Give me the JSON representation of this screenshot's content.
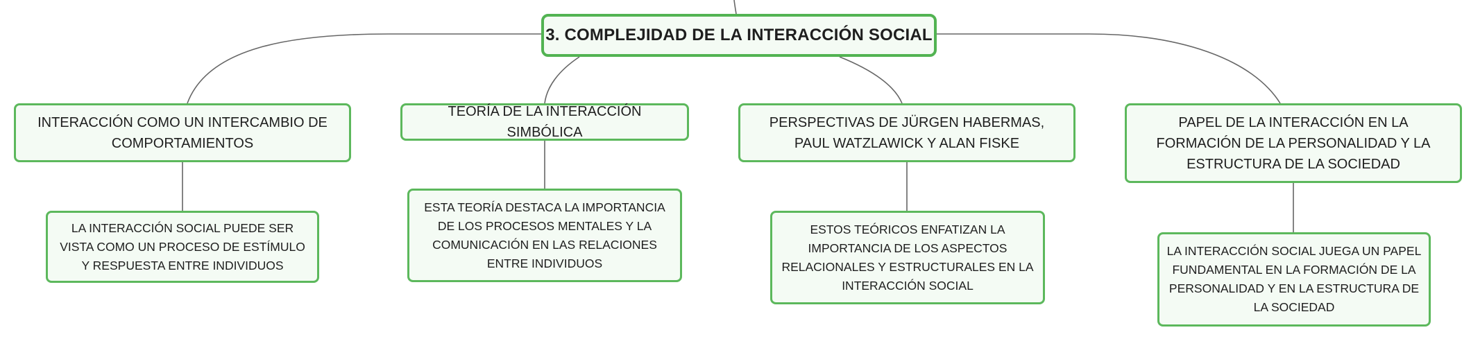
{
  "diagram": {
    "root": {
      "label": "3. COMPLEJIDAD DE LA INTERACCIÓN SOCIAL"
    },
    "topics": [
      {
        "label": "INTERACCIÓN COMO UN INTERCAMBIO DE COMPORTAMIENTOS",
        "detail": "LA INTERACCIÓN SOCIAL PUEDE SER VISTA COMO UN PROCESO DE ESTÍMULO Y RESPUESTA ENTRE INDIVIDUOS"
      },
      {
        "label": "TEORÍA DE LA INTERACCIÓN SIMBÓLICA",
        "detail": "ESTA TEORÍA DESTACA LA IMPORTANCIA DE LOS PROCESOS MENTALES Y LA COMUNICACIÓN EN LAS RELACIONES ENTRE INDIVIDUOS"
      },
      {
        "label": "PERSPECTIVAS DE JÜRGEN HABERMAS, PAUL WATZLAWICK Y ALAN FISKE",
        "detail": "ESTOS TEÓRICOS ENFATIZAN LA IMPORTANCIA DE LOS ASPECTOS RELACIONALES Y ESTRUCTURALES EN LA INTERACCIÓN SOCIAL"
      },
      {
        "label": "PAPEL DE LA INTERACCIÓN EN LA FORMACIÓN DE LA PERSONALIDAD Y LA ESTRUCTURA DE LA SOCIEDAD",
        "detail": "LA INTERACCIÓN SOCIAL JUEGA UN PAPEL FUNDAMENTAL EN LA FORMACIÓN DE LA PERSONALIDAD Y EN LA ESTRUCTURA DE LA SOCIEDAD"
      }
    ],
    "colors": {
      "node_border": "#5cb85c",
      "node_fill": "#f4fbf4",
      "connector": "#666666",
      "text": "#1e1e1e"
    }
  }
}
